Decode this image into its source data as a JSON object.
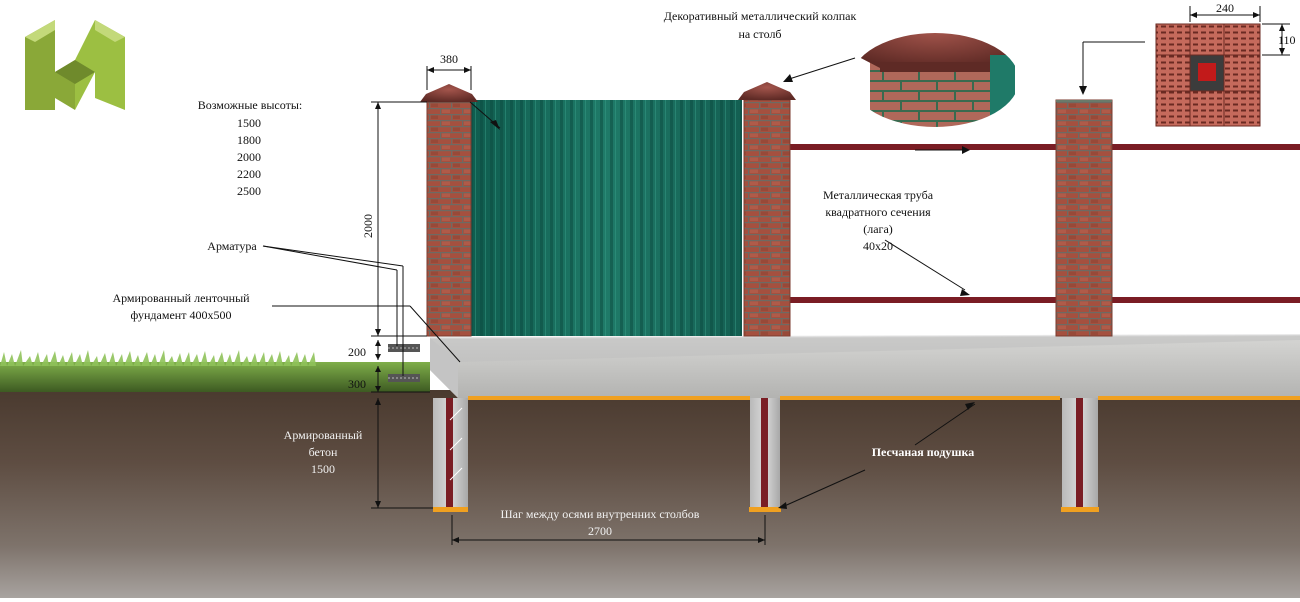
{
  "labels": {
    "cap_title_1": "Декоративный металлический колпак",
    "cap_title_2": "на столб",
    "heights_title": "Возможные высоты:",
    "heights": [
      "1500",
      "1800",
      "2000",
      "2200",
      "2500"
    ],
    "armatura": "Арматура",
    "foundation_1": "Армированный ленточный",
    "foundation_2": "фундамент 400х500",
    "concrete_1": "Армированный",
    "concrete_2": "бетон",
    "concrete_3": "1500",
    "pipe_1": "Металлическая труба",
    "pipe_2": "квадратного сечения",
    "pipe_3": "(лага)",
    "pipe_4": "40х20",
    "sand": "Песчаная подушка",
    "step_1": "Шаг между осями внутренних столбов",
    "step_2": "2700"
  },
  "dimensions": {
    "pillar_width": "380",
    "fence_height": "2000",
    "above_ground": "200",
    "below_ground": "300",
    "brick_width": "240",
    "brick_height": "110"
  },
  "colors": {
    "sheet": "#1f7a68",
    "brick": "#a5503f",
    "cap": "#7a3a34",
    "pipe": "#7a1d24",
    "sand": "#f0a020",
    "concrete": "#c9c9c9",
    "soil": "#5b4a3f",
    "logo": "#8aa838"
  }
}
